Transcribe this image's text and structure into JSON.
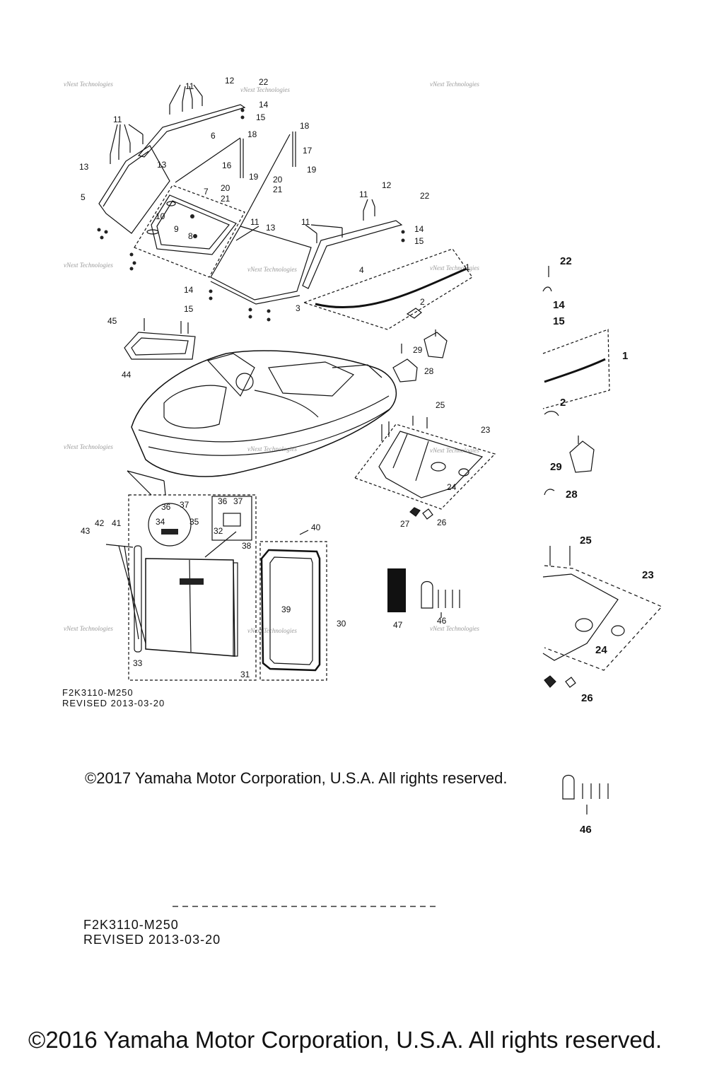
{
  "watermark": "vNext Technologies",
  "doc": {
    "code_main": "F2K3110-M250",
    "revised_main": "REVISED 2013-03-20",
    "code_secondary": "F2K3110-M250",
    "revised_secondary": "REVISED 2013-03-20"
  },
  "copyright": {
    "line_2017": "©2017 Yamaha Motor Corporation, U.S.A. All rights reserved.",
    "line_2016": "©2016 Yamaha Motor Corporation, U.S.A. All rights reserved."
  },
  "callouts": {
    "c1": "1",
    "c2": "2",
    "c3": "3",
    "c4": "4",
    "c5": "5",
    "c6": "6",
    "c7": "7",
    "c8": "8",
    "c9": "9",
    "c10": "10",
    "c11a": "11",
    "c11b": "11",
    "c11c": "11",
    "c11d": "11",
    "c11e": "11",
    "c12a": "12",
    "c12b": "12",
    "c13a": "13",
    "c13b": "13",
    "c13c": "13",
    "c14a": "14",
    "c14b": "14",
    "c14c": "14",
    "c15a": "15",
    "c15b": "15",
    "c15c": "15",
    "c16": "16",
    "c17": "17",
    "c18a": "18",
    "c18b": "18",
    "c19a": "19",
    "c19b": "19",
    "c20a": "20",
    "c20b": "20",
    "c21a": "21",
    "c21b": "21",
    "c22a": "22",
    "c22b": "22",
    "c23": "23",
    "c24": "24",
    "c25": "25",
    "c26": "26",
    "c27": "27",
    "c28": "28",
    "c29": "29",
    "c30": "30",
    "c31": "31",
    "c32": "32",
    "c33": "33",
    "c34": "34",
    "c35": "35",
    "c36a": "36",
    "c36b": "36",
    "c37a": "37",
    "c37b": "37",
    "c38": "38",
    "c39": "39",
    "c40": "40",
    "c41": "41",
    "c42": "42",
    "c43": "43",
    "c44": "44",
    "c45": "45",
    "c46": "46",
    "c47": "47",
    "z22": "22",
    "z14": "14",
    "z15": "15",
    "z1": "1",
    "z2": "2",
    "z29": "29",
    "z28": "28",
    "z25": "25",
    "z23": "23",
    "z24": "24",
    "z26": "26",
    "z46": "46"
  }
}
